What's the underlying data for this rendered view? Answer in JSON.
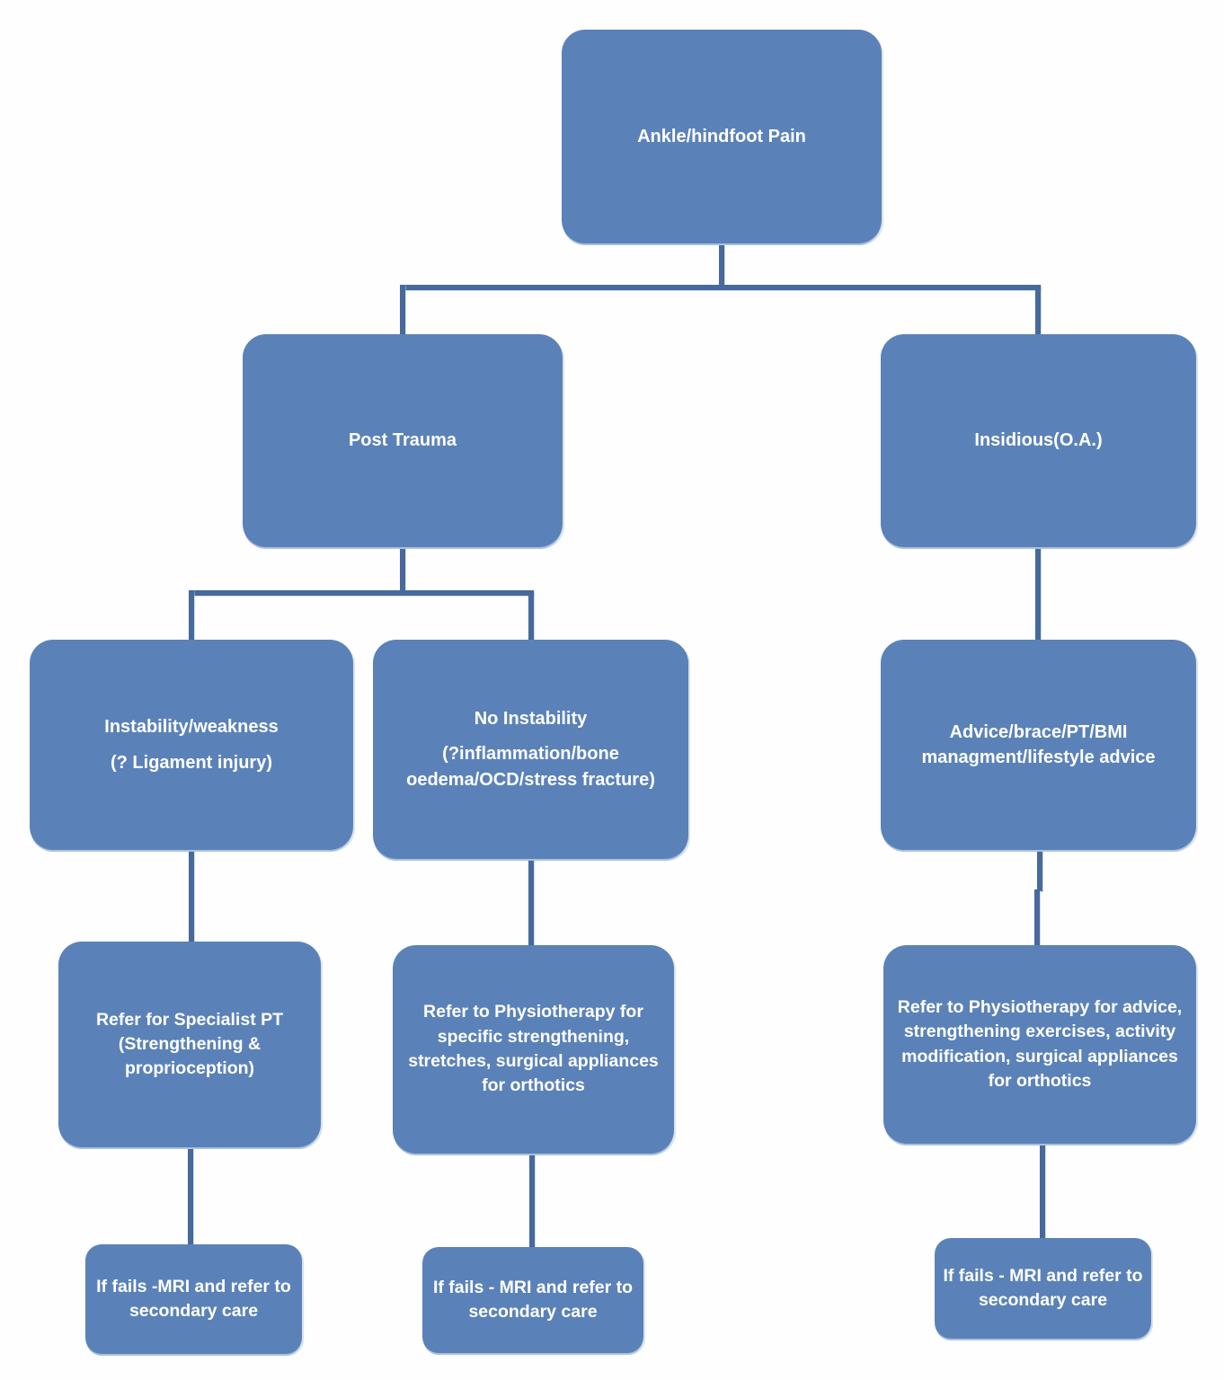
{
  "title": "Ankle/hindfoot pain pathway flowchart",
  "colors": {
    "node_fill": "#5b82b8",
    "node_edge_highlight": "#a9c2df",
    "connector": "#47699b",
    "text": "#ffffff",
    "background": "#fefefe"
  },
  "flowchart": {
    "root": {
      "label": "Ankle/hindfoot Pain"
    },
    "post_trauma": {
      "label": "Post Trauma"
    },
    "insidious": {
      "label": "Insidious(O.A.)"
    },
    "instability": {
      "line1": "Instability/weakness",
      "line2": "(? Ligament injury)"
    },
    "no_instability": {
      "line1": "No Instability",
      "line2": "(?inflammation/bone oedema/OCD/stress fracture)"
    },
    "advice": {
      "label": "Advice/brace/PT/BMI managment/lifestyle advice"
    },
    "specialist_pt": {
      "label": "Refer for Specialist PT (Strengthening & proprioception)"
    },
    "physio_specific": {
      "label": "Refer to Physiotherapy for specific  strengthening, stretches, surgical appliances for orthotics"
    },
    "physio_advice": {
      "label": "Refer to Physiotherapy for advice,  strengthening exercises, activity modification, surgical appliances for orthotics"
    },
    "fails_left": {
      "label": "If fails -MRI and refer to secondary care"
    },
    "fails_mid": {
      "label": "If fails - MRI and refer to secondary care"
    },
    "fails_right": {
      "label": "If fails - MRI and refer to secondary care"
    }
  }
}
